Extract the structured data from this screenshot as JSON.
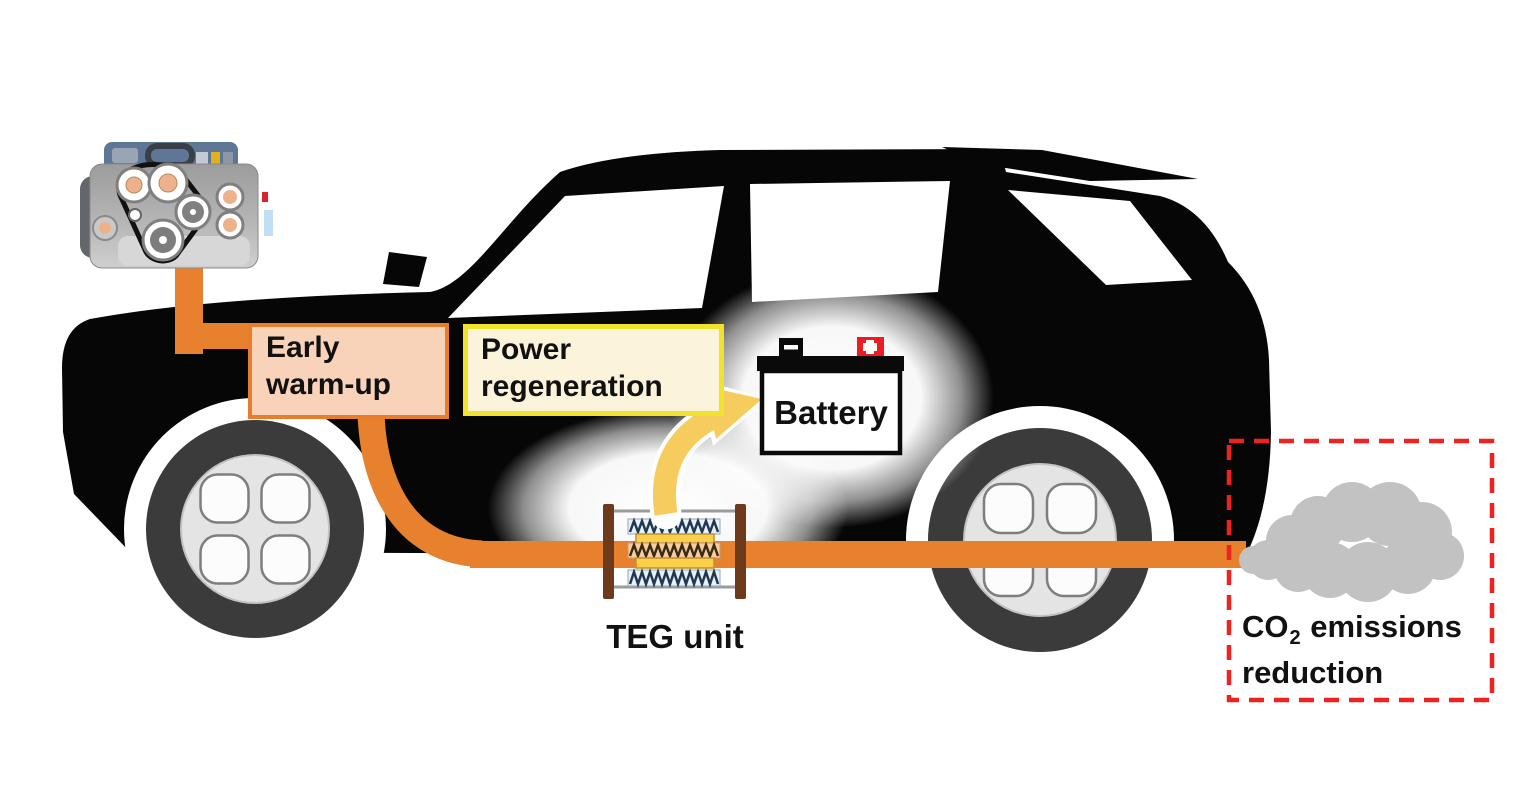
{
  "labels": {
    "early_line1": "Early",
    "early_line2": "warm-up",
    "power_line1": "Power",
    "power_line2": "regeneration",
    "battery": "Battery",
    "teg_unit": "TEG unit",
    "co2_prefix": "CO",
    "co2_sub": "2",
    "co2_suffix": " emissions",
    "co2_line2": "reduction"
  },
  "diagram": {
    "description": "Car with exhaust-heat thermoelectric generator: engine heat pipe feeds early warm-up, TEG unit converts exhaust heat to power regeneration charging the battery, leading to CO2 emissions reduction",
    "flow": [
      "Engine",
      "Early warm-up",
      "TEG unit",
      "Power regeneration",
      "Battery",
      "CO2 emissions reduction"
    ]
  },
  "colors": {
    "car": "#060606",
    "pipe": "#E8812E",
    "early_fill": "#F8D3B9",
    "early_border": "#E87E2C",
    "power_fill": "#FBF3DA",
    "power_border": "#F1E32A",
    "arrow": "#F7CC5E",
    "battery_plus": "#ED1B24",
    "cloud": "#C2C2C2",
    "dashed": "#EF2222",
    "teg_post": "#6E3A1C",
    "teg_fin_cold": "#E9F1F8",
    "teg_fin_hot": "#F7CD9E",
    "teg_bar": "#FBCE4B"
  }
}
